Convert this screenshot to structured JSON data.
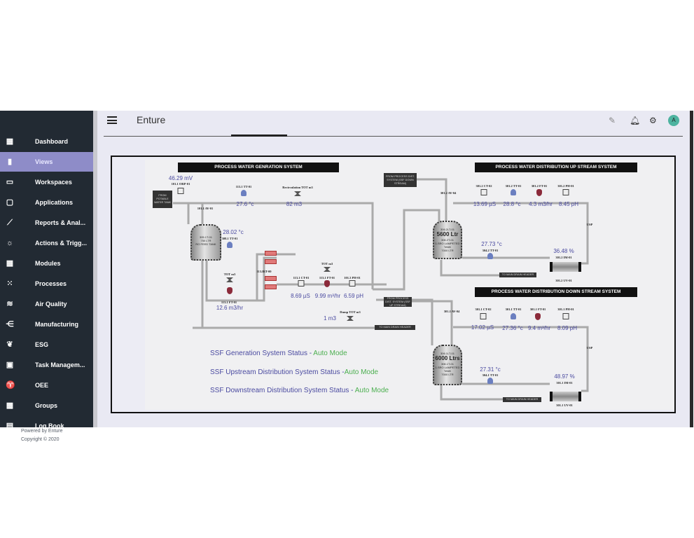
{
  "header": {
    "title": "Enture",
    "avatar_initial": "A",
    "icons": [
      "menu-icon",
      "pencil-icon",
      "bell-icon",
      "gear-icon"
    ]
  },
  "sidebar": {
    "items": [
      {
        "label": "Dashboard",
        "icon": "dashboard-icon",
        "glyph": "▦"
      },
      {
        "label": "Views",
        "icon": "views-icon",
        "glyph": "▮",
        "active": true
      },
      {
        "label": "Workspaces",
        "icon": "folder-icon",
        "glyph": "▭"
      },
      {
        "label": "Applications",
        "icon": "window-icon",
        "glyph": "▢"
      },
      {
        "label": "Reports & Anal...",
        "icon": "chart-icon",
        "glyph": "⟋"
      },
      {
        "label": "Actions & Trigg...",
        "icon": "alarm-icon",
        "glyph": "☼"
      },
      {
        "label": "Modules",
        "icon": "grid-icon",
        "glyph": "▦"
      },
      {
        "label": "Processes",
        "icon": "dots-grid-icon",
        "glyph": "⁙"
      },
      {
        "label": "Air Quality",
        "icon": "air-icon",
        "glyph": "≋"
      },
      {
        "label": "Manufacturing",
        "icon": "hierarchy-icon",
        "glyph": "⋲"
      },
      {
        "label": "ESG",
        "icon": "plant-icon",
        "glyph": "❦"
      },
      {
        "label": "Task Managem...",
        "icon": "calendar-icon",
        "glyph": "▣"
      },
      {
        "label": "OEE",
        "icon": "sprout-icon",
        "glyph": "♈"
      },
      {
        "label": "Groups",
        "icon": "groups-icon",
        "glyph": "▩"
      },
      {
        "label": "Log Book",
        "icon": "book-icon",
        "glyph": "▤"
      }
    ],
    "footer": {
      "powered": "Powered by Enture",
      "copyright": "Copyright © 2020"
    }
  },
  "diagram": {
    "generation": {
      "title": "PROCESS WATER GENRATION SYSTEM",
      "potable_box": "FROM POTABLE WATER TANK",
      "orp": {
        "tag": "101.1 ORP-01",
        "value": "46.29 mV"
      },
      "tt": {
        "tag": "113.1 TT-01",
        "value": "27.6 °c"
      },
      "recirc": {
        "tag": "Recirculation TOT m3",
        "value": "82 m3"
      },
      "av": "101.1 AV-01",
      "tank": {
        "line1": "305.1T-01",
        "line2": "750 LTR",
        "line3": "RO FEED TANK"
      },
      "tank_tt": {
        "tag": "308.1 TT-01",
        "value": "28.02 °c"
      },
      "irt": "113.IRT-00",
      "ft_feed": {
        "tot": "TOT m3",
        "tag": "113.1 FT-01",
        "value": "12.6 m3/hr"
      },
      "ct": {
        "tag": "113.1 CT-01",
        "value": "8.69 µS"
      },
      "ft": {
        "tot": "TOT m3",
        "tag": "113.1 FT-01",
        "value": "9.99 m³/hr"
      },
      "ph": {
        "tag": "101.3 PH-01",
        "value": "6.59 pH"
      },
      "dump": {
        "tag": "Dump TOT m3",
        "value": "1 m3"
      },
      "drain": "TO MAIN DRAIN HEADER"
    },
    "upstream": {
      "title": "PROCESS WATER DISTRIBUTION UP STREAM SYSTEM",
      "from_box": "FROM PROCESS DIST. SYSTEM (SSF DOWN STREAM)",
      "av": "301.2 AV-04",
      "ct": {
        "tag": "301.2 CT-02",
        "value": "13.69 µS"
      },
      "tt": {
        "tag": "301.2 TT-01",
        "value": "28.8 °c"
      },
      "ft": {
        "tag": "301.2 FT-01",
        "value": "4.3 m3/hr"
      },
      "ph": {
        "tag": "301.2 PH-01",
        "value": "8.45 pH"
      },
      "tank": {
        "line1": "306.2LT-01",
        "capacity": "5600 Ltr",
        "line2": "306.2T-01",
        "line3": "1.SRO LAMPETED TANK",
        "line4": "7000 LTR"
      },
      "tank_tt": {
        "tag": "304.2 TT-01",
        "value": "27.73 °c"
      },
      "im": {
        "tag": "301.2 IM-01",
        "value": "36.48 %"
      },
      "uv": "301.2 UV-01",
      "usp": "USP",
      "drain": "TO MAIN DRAIN HEADER"
    },
    "downstream": {
      "title": "PROCESS WATER DISTRIBUTION DOWN STREAM SYSTEM",
      "from_box": "FROM PROCESS DIST. SYSTEM (SSF UP STREAM)",
      "av": "301.1 AV-04",
      "ct": {
        "tag": "301.1 CT-02",
        "value": "17.02 µS"
      },
      "tt": {
        "tag": "301.1 TT-01",
        "value": "27.36 °c"
      },
      "ft": {
        "tag": "301.1 FT-01",
        "value": "9.4 m³/hr"
      },
      "ph": {
        "tag": "301.1 PH-01",
        "value": "8.09 pH"
      },
      "tank": {
        "line1": "306.1LT-01",
        "capacity": "6000 Ltrs",
        "line2": "306.1T-01",
        "line3": "1.SRO LAMPETED TANK",
        "line4": "7000 LTR"
      },
      "tank_tt": {
        "tag": "304.1 TT-01",
        "value": "27.31 °c"
      },
      "im": {
        "tag": "301.1 IM-01",
        "value": "48.97 %"
      },
      "uv": "301.1 UV-01",
      "usp": "USP",
      "drain": "TO MAIN DRAIN HEADER"
    },
    "status": [
      {
        "label": "SSF Generation System Status - ",
        "mode": "Auto Mode"
      },
      {
        "label": "SSF Upstream Distribution System Status -",
        "mode": "Auto Mode"
      },
      {
        "label": "SSF Downstream Distribution System Status - ",
        "mode": "Auto Mode"
      }
    ],
    "colors": {
      "value": "#4a4aa0",
      "mode": "#4caf50",
      "active_nav": "#8e8cc8",
      "sidebar": "#222a33"
    }
  }
}
